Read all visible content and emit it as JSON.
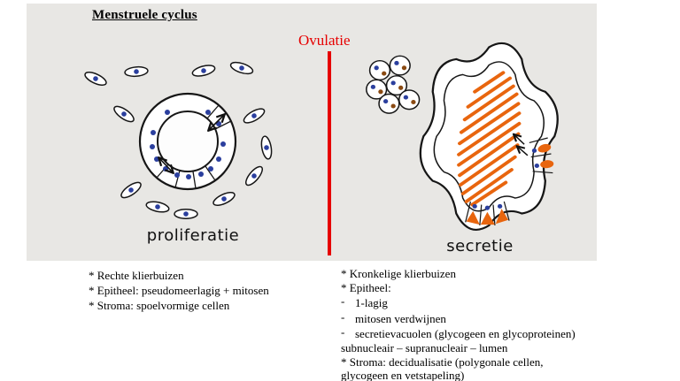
{
  "slide": {
    "title": "Menstruele cyclus",
    "divider_label": "Ovulatie",
    "left_phase_label": "proliferatie",
    "right_phase_label": "secretie",
    "dash": "-",
    "notes_left": [
      "* Rechte klierbuizen",
      "* Epitheel: pseudomeerlagig + mitosen",
      "* Stroma: spoelvormige cellen"
    ],
    "notes_right": [
      "* Kronkelige klierbuizen",
      "* Epitheel:",
      "1-lagig",
      "mitosen verdwijnen",
      "secretievacuolen (glycogeen en glycoproteinen)",
      "subnucleair – supranucleair – lumen",
      "* Stroma: decidualisatie (polygonale cellen,",
      "glycogeen en vetstapeling)"
    ]
  },
  "colors": {
    "red": "#e60000",
    "blue": "#2b3f9e",
    "orange": "#e8650e",
    "brown": "#8a4a12",
    "panel": "#e8e7e4"
  }
}
